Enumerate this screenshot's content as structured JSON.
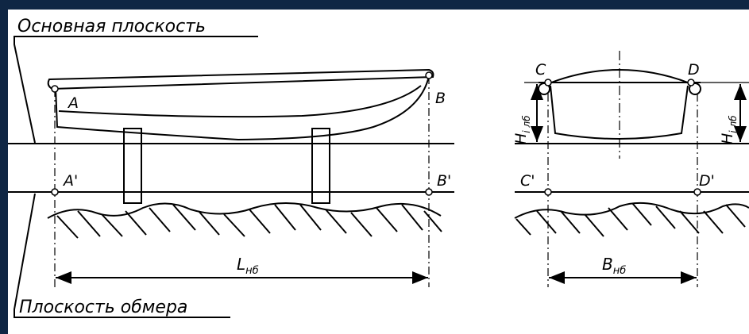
{
  "colors": {
    "frame": "#0f2644",
    "paper": "#ffffff",
    "ink": "#000000"
  },
  "labels": {
    "main_plane": "Основная плоскость",
    "measure_plane": "Плоскость обмера",
    "A": "A",
    "B": "B",
    "A_prime": "A'",
    "B_prime": "B'",
    "C": "C",
    "D": "D",
    "C_prime": "C'",
    "D_prime": "D'",
    "L_main": "L",
    "L_sub": "нб",
    "B_main": "B",
    "B_sub": "нб",
    "H_main": "H",
    "H_sub": "i лб"
  }
}
